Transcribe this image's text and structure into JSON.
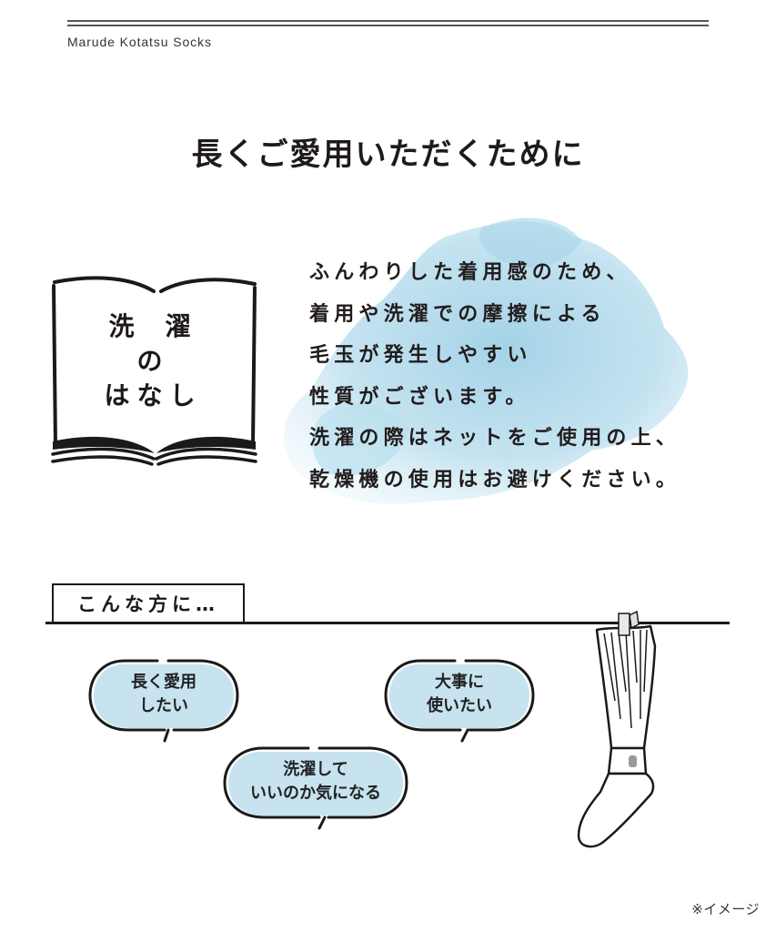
{
  "header": {
    "brand": "Marude Kotatsu Socks"
  },
  "title": "長くご愛用いただくために",
  "book": {
    "label_line1": "洗濯",
    "label_line2": "の",
    "label_line3": "はなし",
    "icon": "open-book-icon"
  },
  "body": {
    "lines": [
      "ふんわりした着用感のため、",
      "着用や洗濯での摩擦による",
      "毛玉が発生しやすい",
      "性質がございます。",
      "洗濯の際はネットをご使用の上、",
      "乾燥機の使用はお避けください。"
    ]
  },
  "section": {
    "tab_label": "こんな方に…"
  },
  "bubbles": [
    {
      "line1": "長く愛用",
      "line2": "したい"
    },
    {
      "line1": "大事に",
      "line2": "使いたい"
    },
    {
      "line1": "洗濯して",
      "line2": "いいのか気になる"
    }
  ],
  "illustration": {
    "icon": "hanging-sock-icon"
  },
  "footnote": "※イメージ",
  "colors": {
    "text": "#231f1f",
    "watercolor": "#a9d6ea",
    "bubble_fill": "#c7e3f0",
    "line": "#1a1a1a"
  }
}
